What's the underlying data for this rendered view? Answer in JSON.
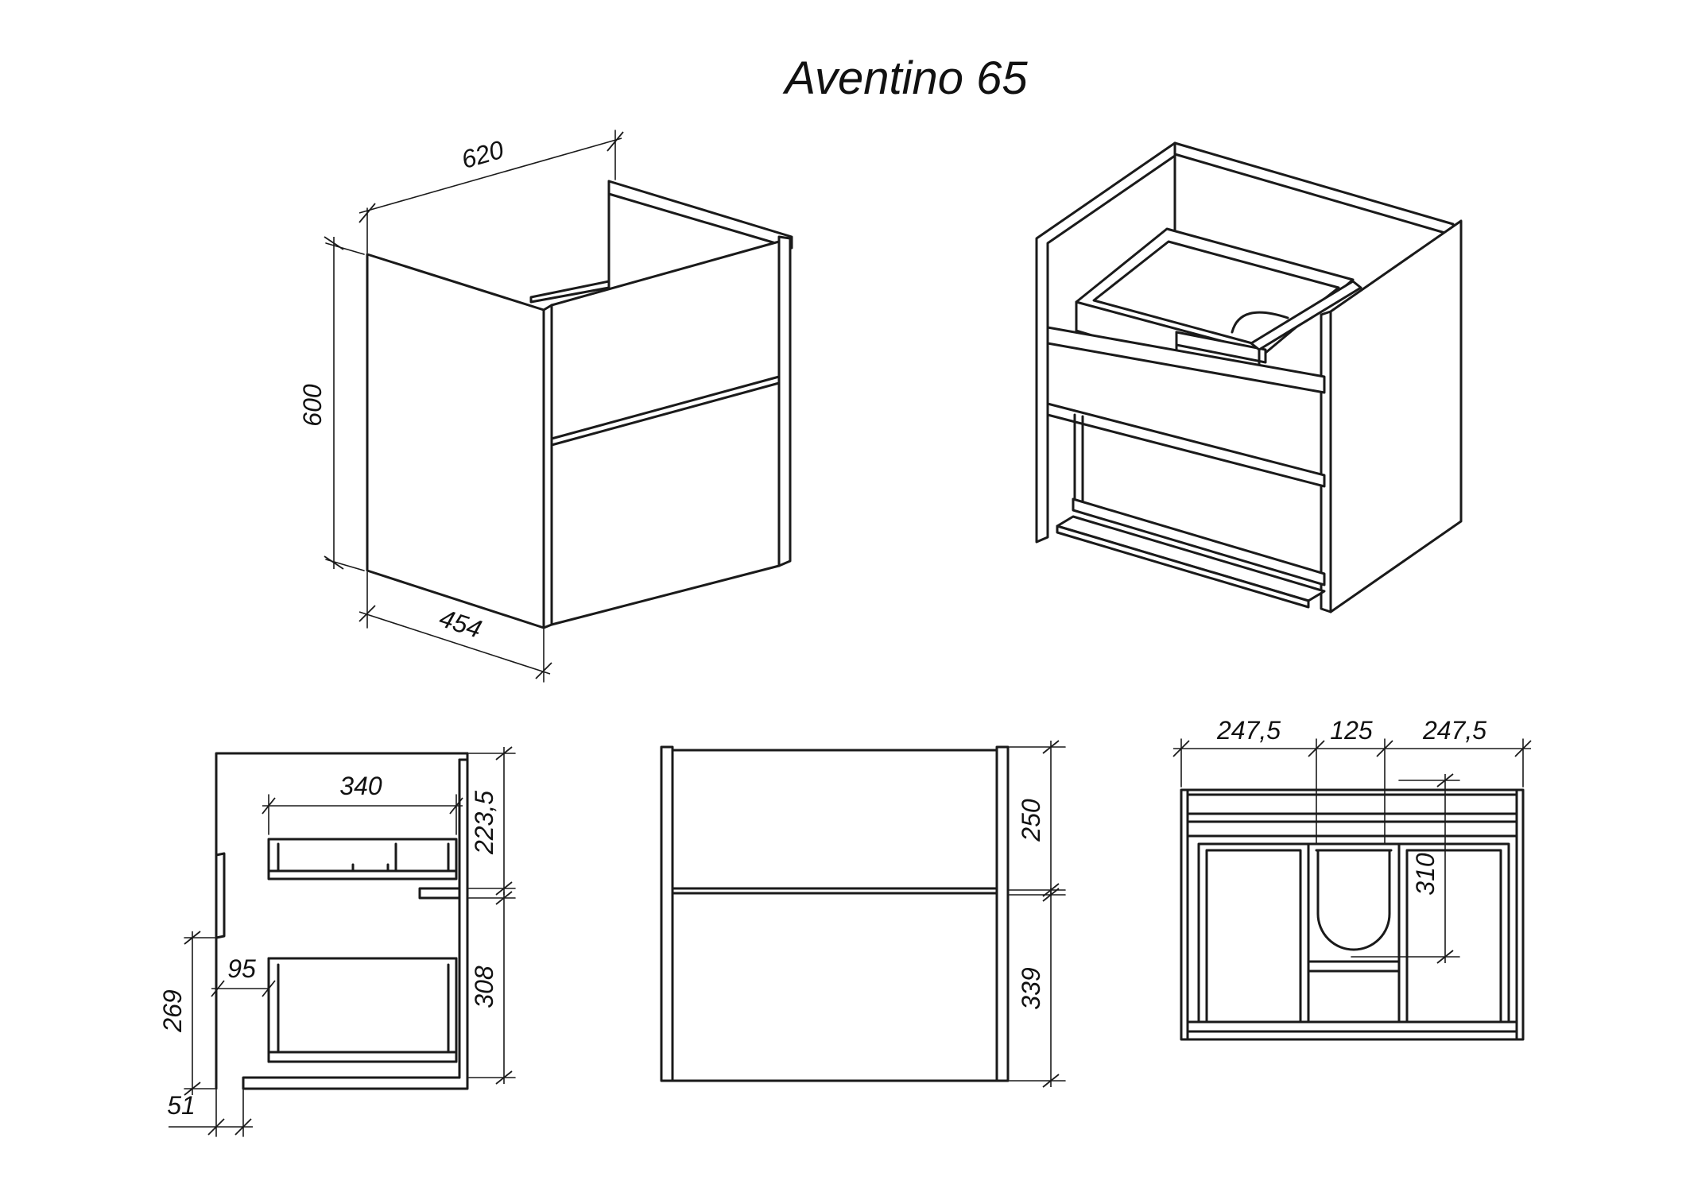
{
  "title": "Aventino 65",
  "views": {
    "iso_closed": {
      "width": "620",
      "height": "600",
      "depth": "454"
    },
    "side_section": {
      "drawer_depth": "340",
      "upper_height": "223,5",
      "lower_height": "308",
      "offset": "95",
      "leg_height": "269",
      "toe_kick": "51"
    },
    "front": {
      "upper_drawer": "250",
      "lower_drawer": "339"
    },
    "top": {
      "left": "247,5",
      "center": "125",
      "right": "247,5",
      "cutout_depth": "310"
    }
  },
  "colors": {
    "line": "#1a1a1a",
    "background": "#ffffff"
  }
}
